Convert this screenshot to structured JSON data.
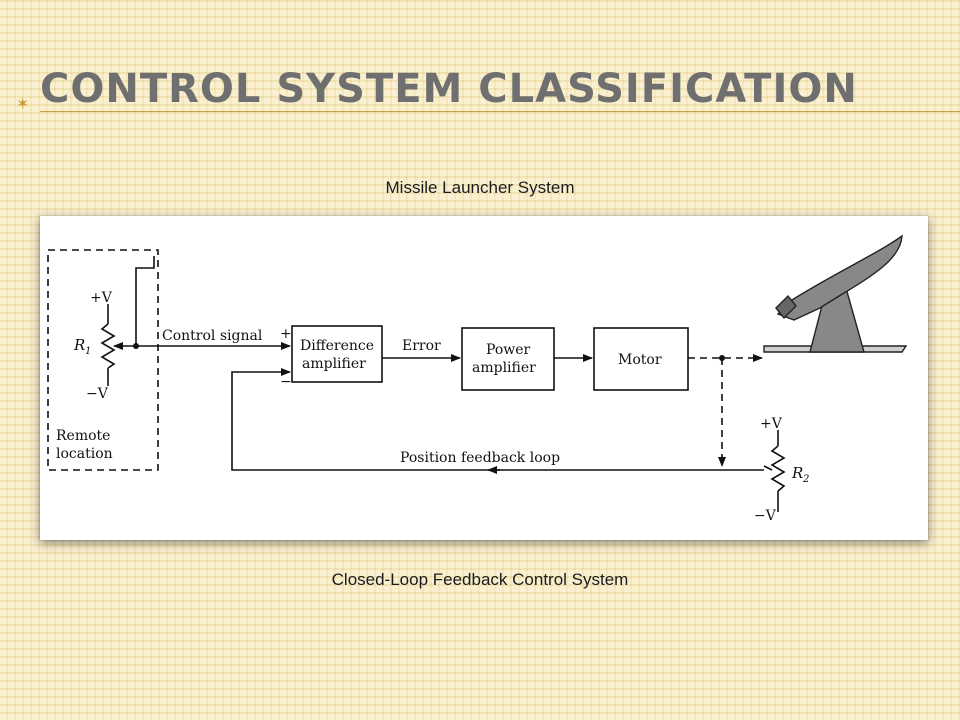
{
  "slide": {
    "title": "Control System Classification",
    "caption_top": "Missile Launcher System",
    "caption_bottom": "Closed-Loop Feedback Control System"
  },
  "diagram": {
    "remote_location_line1": "Remote",
    "remote_location_line2": "location",
    "r1_label": "R",
    "r1_sub": "1",
    "plus_v": "+V",
    "minus_v": "−V",
    "control_signal": "Control signal",
    "plus_sign": "+",
    "minus_sign": "−",
    "difference_amplifier_line1": "Difference",
    "difference_amplifier_line2": "amplifier",
    "error_label": "Error",
    "power_amplifier_line1": "Power",
    "power_amplifier_line2": "amplifier",
    "motor_label": "Motor",
    "position_feedback_loop": "Position feedback loop",
    "r2_label": "R",
    "r2_sub": "2",
    "plus_v2": "+V",
    "minus_v2": "−V"
  },
  "colors": {
    "background": "#f6e8b8",
    "title": "#6f6f6f",
    "rule": "#c8a048"
  }
}
